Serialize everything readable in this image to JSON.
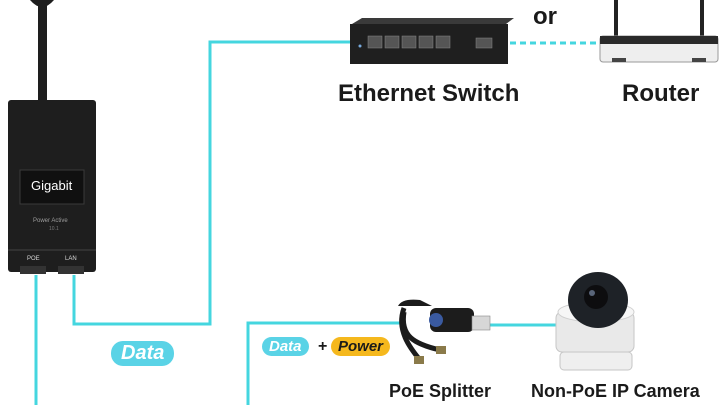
{
  "colors": {
    "wire": "#44d6df",
    "data_pill": "#5ad3e6",
    "power_pill": "#f5b81d",
    "device_dark": "#1e1e1e"
  },
  "injector": {
    "brand_label": "Gigabit",
    "status_label": "Power Active",
    "status_sub": "10.1",
    "port_poe": "POE",
    "port_lan": "LAN"
  },
  "switch": {
    "label": "Ethernet Switch"
  },
  "or_label": "or",
  "router": {
    "label": "Router"
  },
  "links": {
    "data_label": "Data",
    "combined_data": "Data",
    "plus": "+",
    "combined_power": "Power"
  },
  "splitter": {
    "label": "PoE Splitter"
  },
  "camera": {
    "label": "Non-PoE IP Camera"
  },
  "icons": [
    "power-injector-icon",
    "ethernet-switch-icon",
    "router-icon",
    "poe-splitter-icon",
    "dome-camera-icon"
  ]
}
